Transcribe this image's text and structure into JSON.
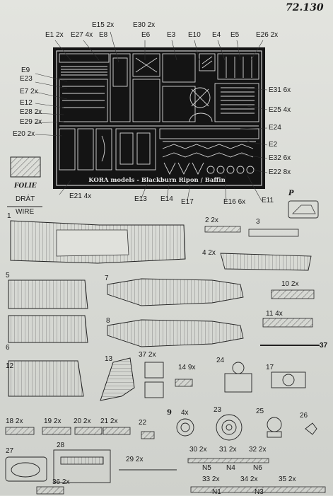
{
  "catalog_number": "72.130",
  "fret": {
    "title": "KORA models - Blackburn Ripon / Baffin",
    "labels": {
      "e1": "E1 2x",
      "e27": "E27 4x",
      "e8": "E8",
      "e15": "E15 2x",
      "e30": "E30 2x",
      "e6": "E6",
      "e3": "E3",
      "e10": "E10",
      "e4": "E4",
      "e5": "E5",
      "e26": "E26 2x",
      "e9": "E9",
      "e23": "E23",
      "e7": "E7 2x",
      "e12": "E12",
      "e28": "E28 2x",
      "e29": "E29 2x",
      "e20": "E20 2x",
      "e31": "E31 6x",
      "e25": "E25 4x",
      "e24": "E24",
      "e2": "E2",
      "e32": "E32 6x",
      "e22": "E22 8x",
      "e21": "E21 4x",
      "e13": "E13",
      "e14": "E14",
      "e17": "E17",
      "e16": "E16 6x",
      "e11": "E11"
    }
  },
  "materials": {
    "folie": "FOLIE",
    "drat": "DRÁT",
    "wire": "WIRE",
    "p_label": "P"
  },
  "parts": {
    "p1": "1",
    "p2": "2 2x",
    "p3": "3",
    "p4": "4 2x",
    "p5": "5",
    "p6": "6",
    "p7": "7",
    "p8": "8",
    "p10": "10 2x",
    "p11": "11 4x",
    "p12": "12",
    "p13": "13",
    "p37a": "37 2x",
    "p14": "14 9x",
    "p24": "24",
    "p17": "17",
    "p37b": "37",
    "p18": "18 2x",
    "p19": "19 2x",
    "p20": "20 2x",
    "p21": "21 2x",
    "p22": "22",
    "p9": "9",
    "p9x": "4x",
    "p23": "23",
    "p25": "25",
    "p26": "26",
    "p27": "27",
    "p28": "28",
    "p29": "29 2x",
    "p30": "30 2x",
    "p31": "31 2x",
    "p32": "32 2x",
    "p33": "33 2x",
    "p34": "34 2x",
    "p35": "35 2x",
    "p36": "36 2x",
    "n5": "N5",
    "n4": "N4",
    "n6": "N6",
    "n1": "N1",
    "n3": "N3"
  }
}
